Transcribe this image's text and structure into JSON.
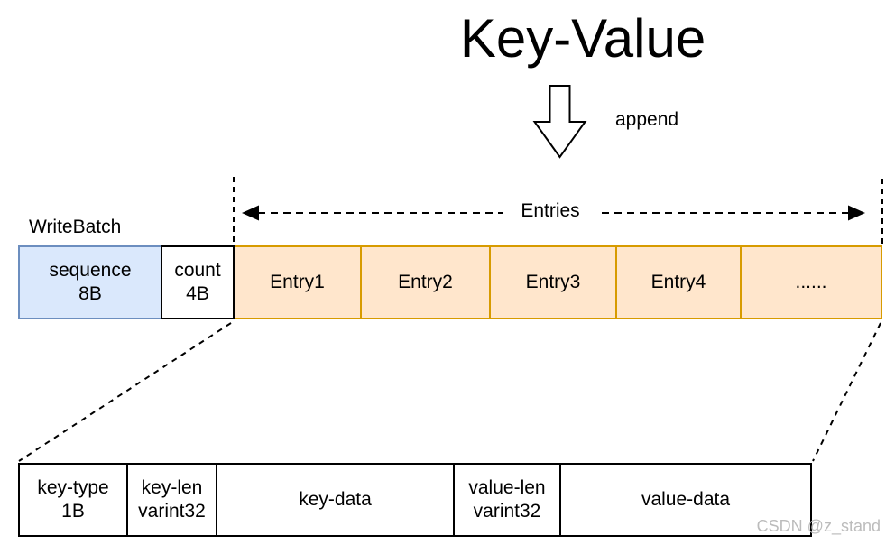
{
  "title": "Key-Value",
  "append_label": "append",
  "entries_label": "Entries",
  "writebatch_label": "WriteBatch",
  "bar": {
    "cells": [
      {
        "lines": [
          "sequence",
          "8B"
        ]
      },
      {
        "lines": [
          "count",
          "4B"
        ]
      },
      {
        "lines": [
          "Entry1"
        ]
      },
      {
        "lines": [
          "Entry2"
        ]
      },
      {
        "lines": [
          "Entry3"
        ]
      },
      {
        "lines": [
          "Entry4"
        ]
      },
      {
        "lines": [
          "......"
        ]
      }
    ]
  },
  "entry_detail": {
    "cells": [
      {
        "lines": [
          "key-type",
          "1B"
        ]
      },
      {
        "lines": [
          "key-len",
          "varint32"
        ]
      },
      {
        "lines": [
          "key-data"
        ]
      },
      {
        "lines": [
          "value-len",
          "varint32"
        ]
      },
      {
        "lines": [
          "value-data"
        ]
      }
    ]
  },
  "watermark": "CSDN @z_stand",
  "colors": {
    "sequence_fill": "#DAE8FC",
    "sequence_stroke": "#6C8EBF",
    "entry_fill": "#FFE6CC",
    "entry_stroke": "#D79B00",
    "line": "#000000",
    "watermark": "#BCBCBC"
  }
}
